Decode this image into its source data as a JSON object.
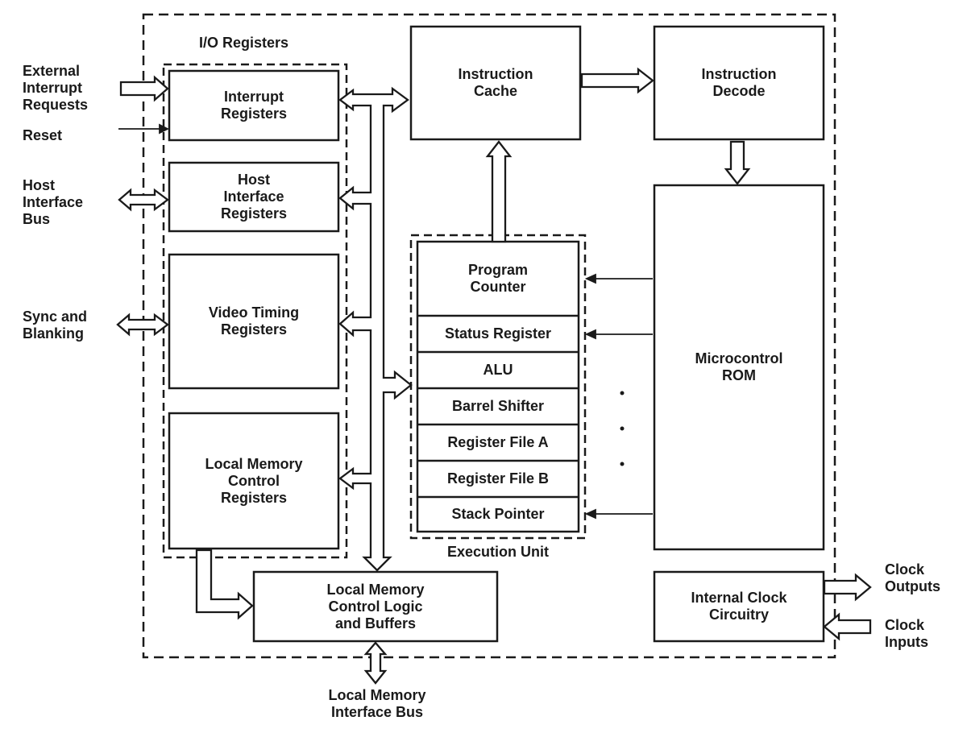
{
  "colors": {
    "ink": "#1a1a1a",
    "background": "#ffffff"
  },
  "labels": {
    "io_registers": "I/O Registers",
    "instruction_cache": "Instruction\nCache",
    "instruction_decode": "Instruction\nDecode",
    "interrupt_registers": "Interrupt\nRegisters",
    "host_interface_registers": "Host\nInterface\nRegisters",
    "video_timing_registers": "Video Timing\nRegisters",
    "local_memory_control_registers": "Local Memory\nControl\nRegisters",
    "program_counter": "Program\nCounter",
    "status_register": "Status Register",
    "alu": "ALU",
    "barrel_shifter": "Barrel Shifter",
    "register_file_a": "Register File A",
    "register_file_b": "Register File B",
    "stack_pointer": "Stack Pointer",
    "execution_unit": "Execution Unit",
    "microcontrol_rom": "Microcontrol\nROM",
    "local_memory_control_logic": "Local Memory\nControl Logic\nand Buffers",
    "internal_clock_circuitry": "Internal Clock\nCircuitry",
    "external_interrupt_requests": "External\nInterrupt\nRequests",
    "reset": "Reset",
    "host_interface_bus": "Host\nInterface\nBus",
    "sync_and_blanking": "Sync and\nBlanking",
    "local_memory_interface_bus": "Local Memory\nInterface Bus",
    "clock_outputs": "Clock\nOutputs",
    "clock_inputs": "Clock\nInputs"
  }
}
